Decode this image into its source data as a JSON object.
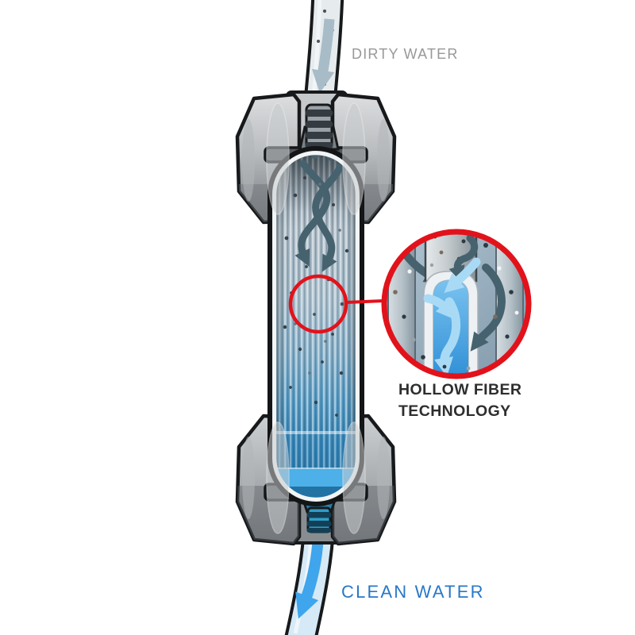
{
  "diagram": {
    "type": "water-filter-cutaway",
    "labels": {
      "dirty_water": "DIRTY WATER",
      "clean_water": "CLEAN WATER",
      "callout_line1": "HOLLOW FIBER",
      "callout_line2": "TECHNOLOGY"
    },
    "colors": {
      "background": "#FFFFFF",
      "dirty_water_label": "#98989B",
      "clean_water_label": "#2878C8",
      "callout_title": "#2E2E30",
      "callout_ring_red": "#E2121B",
      "dirty_flow_arrow": "#A8BCC8",
      "clean_flow_arrow": "#3FA5EC",
      "pool_water_blue": "#4DB0E8",
      "swirl_arrow_slate": "#46626E",
      "detail_water_arrow": "#A9DAF5"
    },
    "icons": {
      "dirty_flow_arrow": "down-arrow",
      "clean_flow_arrow": "down-arrow",
      "swirl_arrows": "crossing-down-arrows",
      "inspection_ring": "magnifier-circle"
    }
  }
}
